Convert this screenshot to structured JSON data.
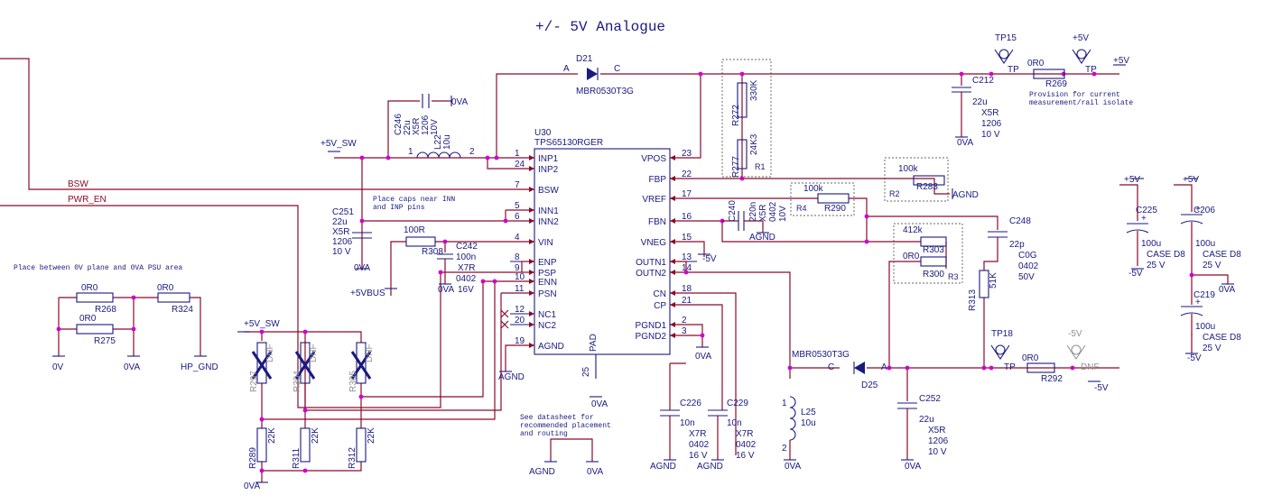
{
  "title": "+/- 5V Analogue",
  "ic": {
    "ref": "U30",
    "part": "TPS65130RGER",
    "left_pins": [
      {
        "num": "1",
        "name": "INP1"
      },
      {
        "num": "24",
        "name": "INP2"
      },
      {
        "num": "7",
        "name": "BSW"
      },
      {
        "num": "5",
        "name": "INN1"
      },
      {
        "num": "6",
        "name": "INN2"
      },
      {
        "num": "4",
        "name": "VIN"
      },
      {
        "num": "8",
        "name": "ENP"
      },
      {
        "num": "9",
        "name": "PSP"
      },
      {
        "num": "10",
        "name": "ENN"
      },
      {
        "num": "11",
        "name": "PSN"
      },
      {
        "num": "12",
        "name": "NC1"
      },
      {
        "num": "20",
        "name": "NC2"
      },
      {
        "num": "19",
        "name": "AGND"
      }
    ],
    "right_pins": [
      {
        "num": "23",
        "name": "VPOS"
      },
      {
        "num": "22",
        "name": "FBP"
      },
      {
        "num": "17",
        "name": "VREF"
      },
      {
        "num": "16",
        "name": "FBN"
      },
      {
        "num": "15",
        "name": "VNEG"
      },
      {
        "num": "13",
        "name": "OUTN1"
      },
      {
        "num": "14",
        "name": "OUTN2"
      },
      {
        "num": "18",
        "name": "CN"
      },
      {
        "num": "21",
        "name": "CP"
      },
      {
        "num": "2",
        "name": "PGND1"
      },
      {
        "num": "3",
        "name": "PGND2"
      }
    ],
    "pad_label": "PAD",
    "pad_num": "25"
  },
  "nets": {
    "bsw": "BSW",
    "pwr_en": "PWR_EN",
    "p5v_sw": "+5V_SW",
    "p5v_sw2": "+5V_SW",
    "p5vbus": "+5VBUS",
    "p5v": "+5V",
    "m5v": "-5V",
    "ova": "0VA",
    "ov": "0V",
    "agnd": "AGND",
    "hp_gnd": "HP_GND"
  },
  "notes": {
    "caps": "Place caps near INN\nand INP pins",
    "plane": "Place between 0V plane and 0VA PSU area",
    "datasheet": "See datasheet for\nrecommended placement\nand routing",
    "provision": "Provision for current\nmeasurement/rail isolate"
  },
  "labels": {
    "d21": "D21",
    "d21_part": "MBR0530T3G",
    "d21_a": "A",
    "d21_c": "C",
    "d25": "D25",
    "d25_part": "MBR0530T3G",
    "d25_a": "A",
    "d25_c": "C",
    "c246": "C246",
    "c246_v": "22u",
    "c246_t": "X5R",
    "c246_s": "1206",
    "c246_r": "10V",
    "l22": "L22",
    "l22_v": "10u",
    "l22_p1": "1",
    "l22_p2": "2",
    "c251": "C251",
    "c251_v": "22u",
    "c251_t": "X5R",
    "c251_s": "1206",
    "c251_r": "10 V",
    "r308": "R308",
    "r308_v": "100R",
    "c242": "C242",
    "c242_v": "100n",
    "c242_t": "X7R",
    "c242_s": "0402",
    "c242_r": "16V",
    "c212": "C212",
    "c212_v": "22u",
    "c212_t": "X5R",
    "c212_s": "1206",
    "c212_r": "10 V",
    "r269": "R269",
    "r269_v": "0R0",
    "tp15": "TP15",
    "tp18": "TP18",
    "tp": "TP",
    "dnf": "DNF",
    "r272": "R272",
    "r272_v": "330K",
    "r277": "R277",
    "r277_v": "24K3",
    "r1": "R1",
    "r283": "R283",
    "r283_v": "100k",
    "r2": "R2",
    "c240": "C240",
    "c240_v": "220n",
    "c240_t": "X5R",
    "c240_s": "0402",
    "c240_r": "10V",
    "r290": "R290",
    "r290_v": "100k",
    "r4": "R4",
    "r303": "R303",
    "r303_v": "412k",
    "r300": "R300",
    "r300_v": "0R0",
    "r3": "R3",
    "c248": "C248",
    "c248_v": "22p",
    "c248_t": "C0G",
    "c248_s": "0402",
    "c248_r": "50V",
    "r313": "R313",
    "r313_v": "51K",
    "r292": "R292",
    "r292_v": "0R0",
    "c252": "C252",
    "c252_v": "22u",
    "c252_t": "X5R",
    "c252_s": "1206",
    "c252_r": "10 V",
    "l25": "L25",
    "l25_v": "10u",
    "l25_p1": "1",
    "l25_p2": "2",
    "c226": "C226",
    "c226_v": "10n",
    "c226_t": "X7R",
    "c226_s": "0402",
    "c226_r": "16 V",
    "c229": "C229",
    "c229_v": "10n",
    "c229_t": "X7R",
    "c229_s": "0402",
    "c229_r": "16 V",
    "c225": "C225",
    "c225_v": "100u",
    "c225_p": "CASE D8",
    "c225_r": "25 V",
    "c206": "C206",
    "c206_v": "100u",
    "c206_p": "CASE D8",
    "c206_r": "25 V",
    "c219": "C219",
    "c219_v": "100u",
    "c219_p": "CASE D8",
    "c219_r": "25 V",
    "r268": "R268",
    "r268_v": "0R0",
    "r275": "R275",
    "r275_v": "0R0",
    "r324": "R324",
    "r324_v": "0R0",
    "r297": "R297",
    "r304": "R304",
    "r305": "R305",
    "r289": "R289",
    "r289_v": "22K",
    "r311": "R311",
    "r311_v": "22K",
    "r312": "R312",
    "r312_v": "22K"
  },
  "colors": {
    "wire": "#8b0a2c",
    "device": "#1a1a80",
    "junction": "#d000d0",
    "dnf": "#909090"
  }
}
